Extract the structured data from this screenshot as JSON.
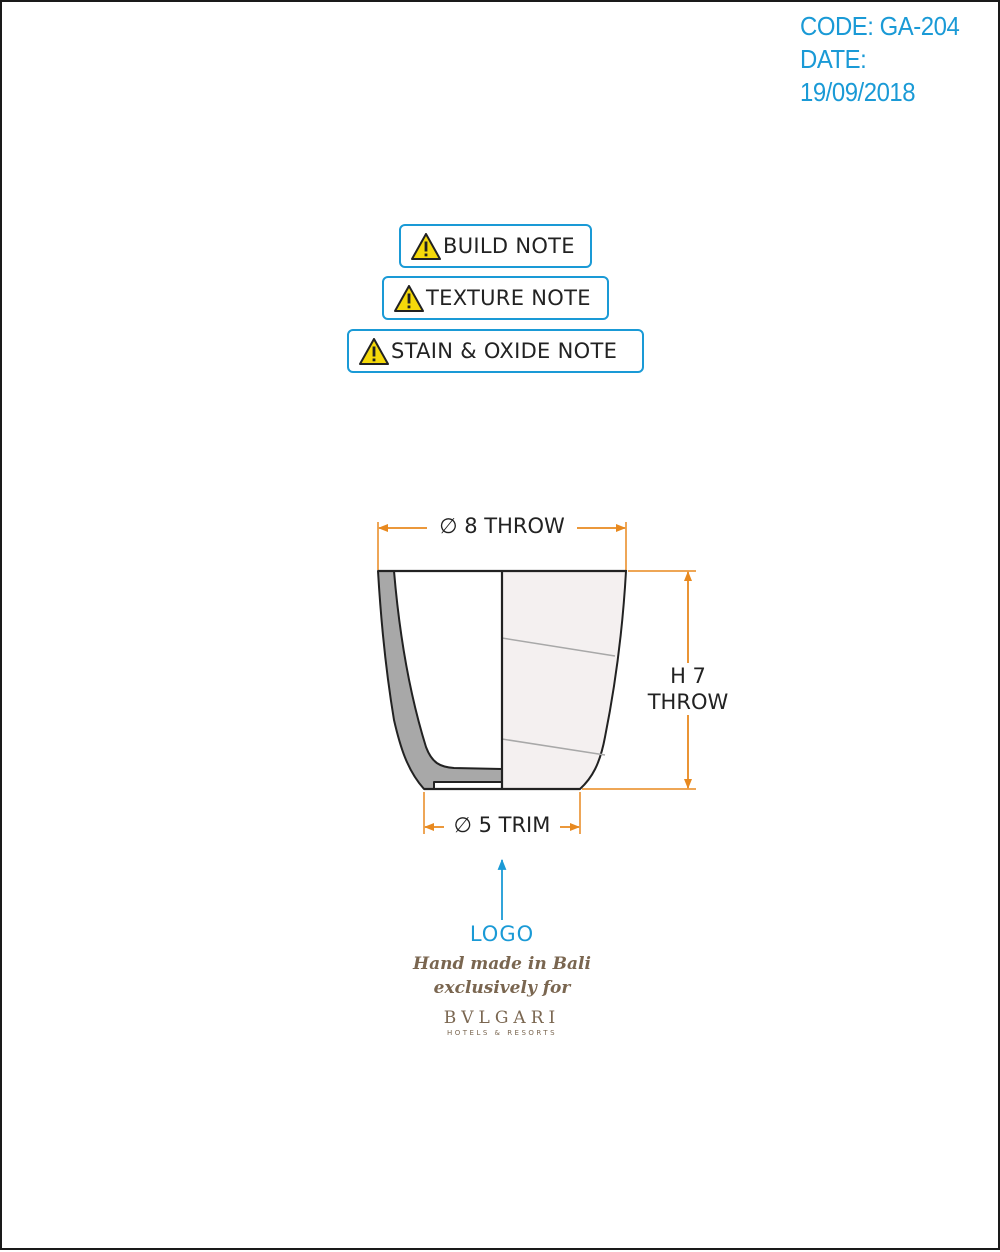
{
  "header": {
    "code": "CODE: GA-204",
    "date": "DATE: 19/09/2018"
  },
  "notes": [
    {
      "label": "BUILD NOTE",
      "icon": "warning-icon"
    },
    {
      "label": "TEXTURE NOTE",
      "icon": "warning-icon"
    },
    {
      "label": "STAIN & OXIDE NOTE",
      "icon": "warning-icon"
    }
  ],
  "dimensions": {
    "top_diameter": "∅ 8 THROW",
    "height_line1": "H 7",
    "height_line2": "THROW",
    "base_diameter": "∅ 5 TRIM"
  },
  "logo": {
    "label": "LOGO",
    "line1": "Hand made in Bali",
    "line2": "exclusively for",
    "brand": "BVLGARI",
    "brand_sub": "HOTELS & RESORTS"
  },
  "colors": {
    "accent_blue": "#1a9ad6",
    "dimension_orange": "#e8891f",
    "glaze_fill": "#f4f0f0",
    "section_fill": "#a8a8a8",
    "stamp_brown": "#7a6650"
  }
}
